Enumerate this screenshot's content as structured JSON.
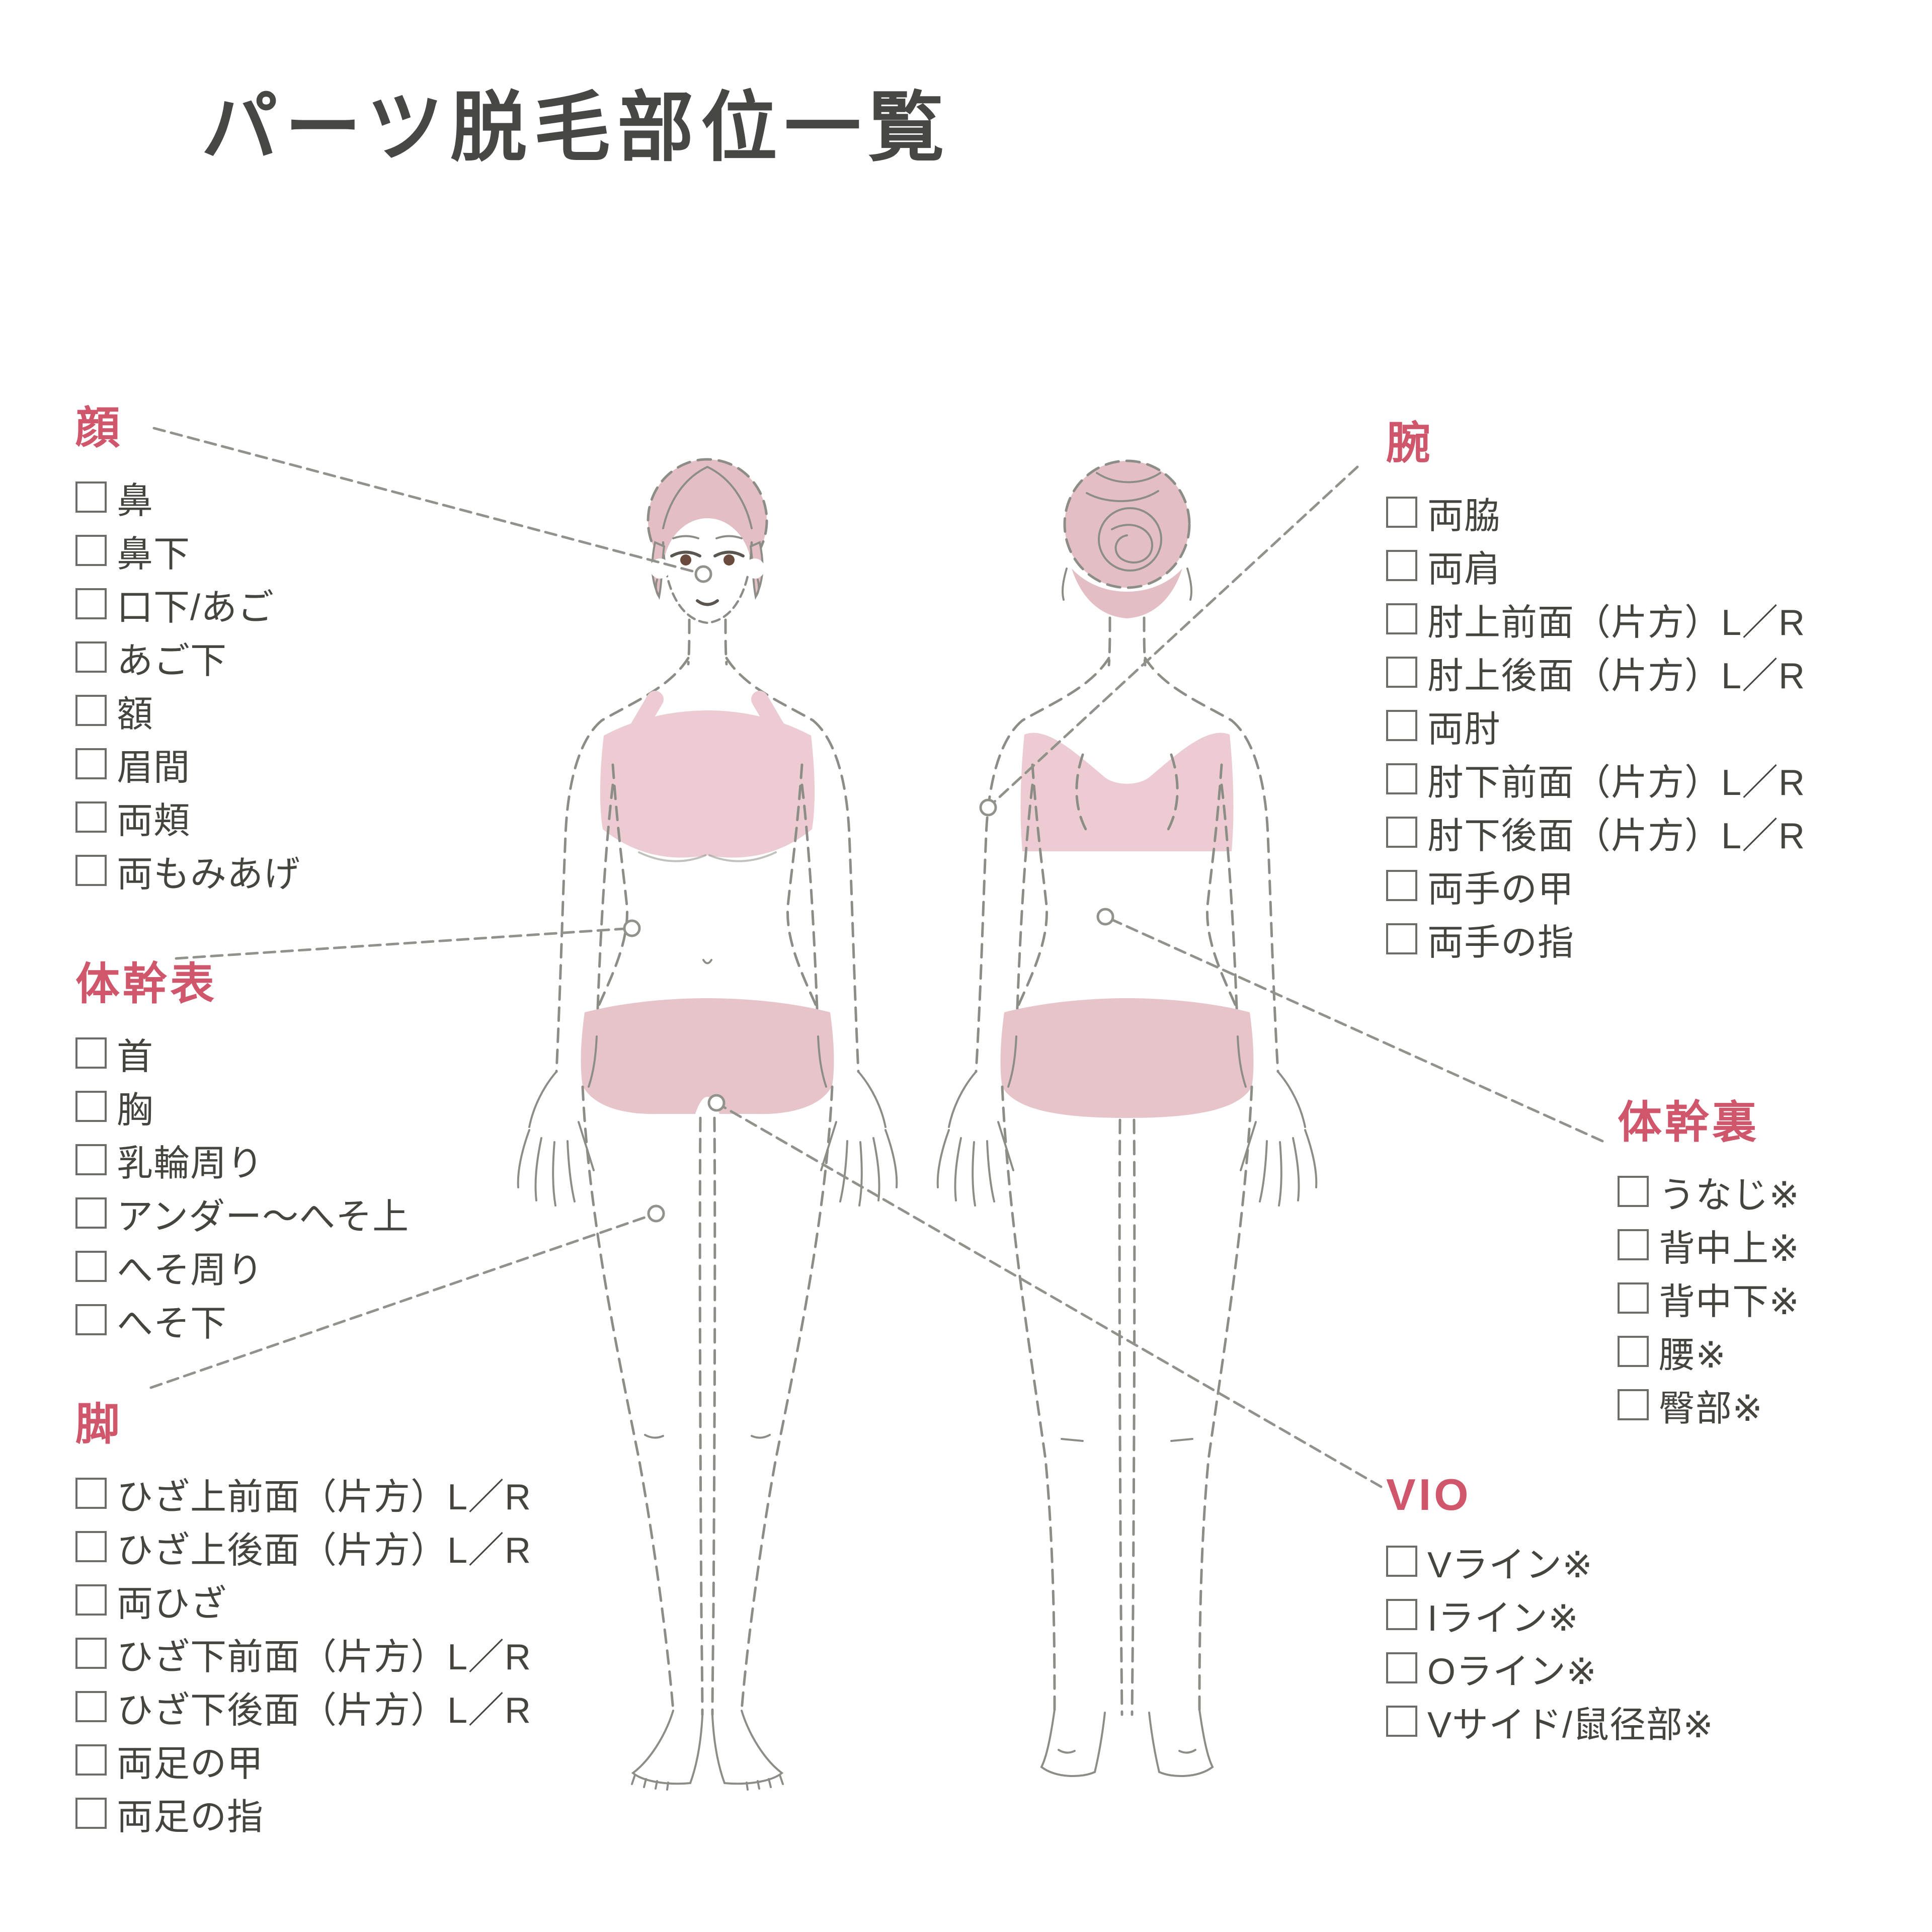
{
  "title": "パーツ脱毛部位一覧",
  "colors": {
    "heading_accent": "#d0566b",
    "body_text": "#45443f",
    "title_text": "#474745",
    "sketch_outline": "#8d8d87",
    "hair_fill": "#e3bfc5",
    "clothing_fill": "#ecccd2",
    "callout_line": "#92928c",
    "checkbox_border": "#6c6c69"
  },
  "sections": {
    "face": {
      "heading": "顔",
      "items": [
        "鼻",
        "鼻下",
        "口下/あご",
        "あご下",
        "額",
        "眉間",
        "両頬",
        "両もみあげ"
      ]
    },
    "torso_front": {
      "heading": "体幹表",
      "items": [
        "首",
        "胸",
        "乳輪周り",
        "アンダー～へそ上",
        "へそ周り",
        "へそ下"
      ]
    },
    "legs": {
      "heading": "脚",
      "items": [
        "ひざ上前面（片方）L／R",
        "ひざ上後面（片方）L／R",
        "両ひざ",
        "ひざ下前面（片方）L／R",
        "ひざ下後面（片方）L／R",
        "両足の甲",
        "両足の指"
      ]
    },
    "arms": {
      "heading": "腕",
      "items": [
        "両脇",
        "両肩",
        "肘上前面（片方）L／R",
        "肘上後面（片方）L／R",
        "両肘",
        "肘下前面（片方）L／R",
        "肘下後面（片方）L／R",
        "両手の甲",
        "両手の指"
      ]
    },
    "torso_back": {
      "heading": "体幹裏",
      "items": [
        "うなじ※",
        "背中上※",
        "背中下※",
        "腰※",
        "臀部※"
      ]
    },
    "vio": {
      "heading": "VIO",
      "items": [
        "Vライン※",
        "Iライン※",
        "Oライン※",
        "Vサイド/鼠径部※"
      ]
    }
  }
}
